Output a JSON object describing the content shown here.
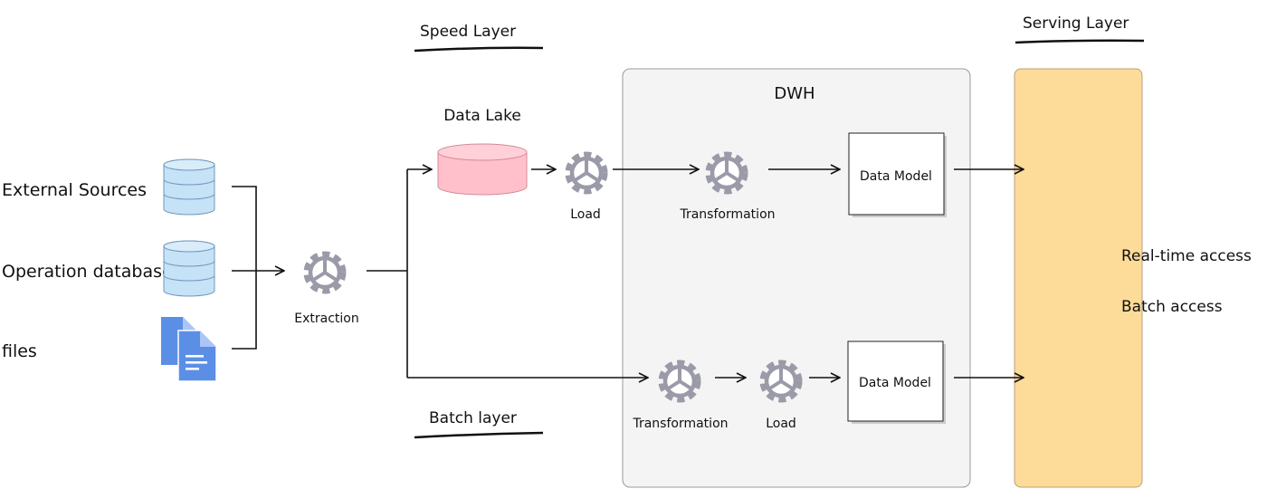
{
  "sources": {
    "external": "External Sources",
    "operation_db": "Operation database",
    "files": "files"
  },
  "layers": {
    "speed": "Speed Layer",
    "batch": "Batch layer",
    "serving": "Serving Layer"
  },
  "nodes": {
    "extraction": "Extraction",
    "data_lake": "Data Lake",
    "speed_load": "Load",
    "speed_transformation": "Transformation",
    "speed_data_model": "Data Model",
    "batch_transformation": "Transformation",
    "batch_load": "Load",
    "batch_data_model": "Data Model"
  },
  "dwh": {
    "title": "DWH"
  },
  "serving": {
    "access_realtime": "Real-time access",
    "access_batch": "Batch access"
  },
  "colors": {
    "dwh_fill": "#f4f4f4",
    "dwh_stroke": "#9a9a9a",
    "serving_fill": "#fddb99",
    "serving_stroke": "#b8a07a",
    "db_fill": "#c5e2f7",
    "db_stroke": "#6f97b8",
    "lake_fill": "#ffc0cb",
    "lake_stroke": "#d48a98",
    "gear": "#9a9aa8",
    "file_icon": "#5b8fe6",
    "line": "#111111"
  },
  "icons": {
    "database": "database-icon",
    "files": "files-icon",
    "gear": "gear-icon",
    "data_lake": "cylinder-icon"
  }
}
